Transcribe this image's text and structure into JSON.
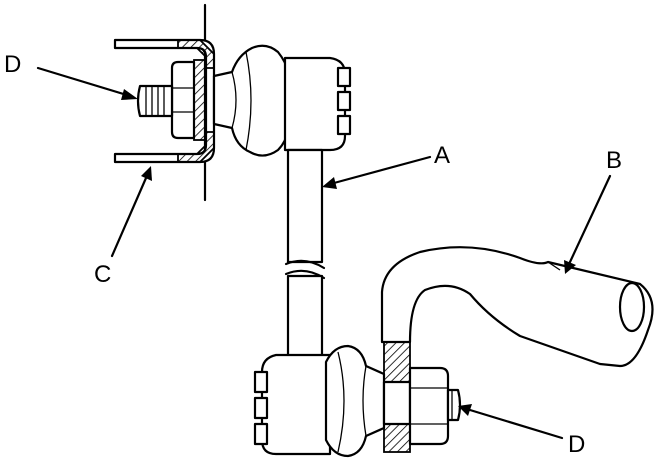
{
  "callouts": {
    "a": "A",
    "b": "B",
    "c": "C",
    "d_upper": "D",
    "d_lower": "D"
  }
}
